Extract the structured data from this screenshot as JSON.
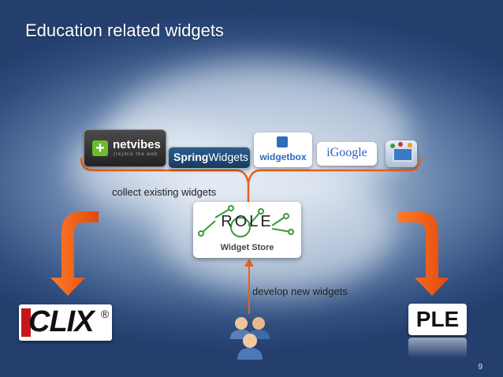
{
  "slide": {
    "title": "Education related widgets",
    "page_number": "9"
  },
  "widget_providers": {
    "netvibes": {
      "name": "netvibes",
      "tagline": "(re)mix the web"
    },
    "springwidgets": {
      "name_bold": "Spring",
      "name_regular": "Widgets"
    },
    "widgetbox": {
      "name": "widgetbox"
    },
    "igoogle": {
      "name": "iGoogle"
    },
    "mac_widgets": {
      "icon": "widget-monitor-icon"
    }
  },
  "role_store": {
    "logo_text": "ROLE",
    "caption": "Widget Store"
  },
  "labels": {
    "collect": "collect existing widgets",
    "develop": "develop new widgets"
  },
  "targets": {
    "clix": {
      "name": "CLIX",
      "mark": "®"
    },
    "ple": {
      "name": "PLE"
    }
  },
  "colors": {
    "arrow_orange": "#f05a12",
    "bracket_orange": "#e8611a",
    "role_green": "#3a9a3a",
    "clix_red": "#c4161c"
  }
}
